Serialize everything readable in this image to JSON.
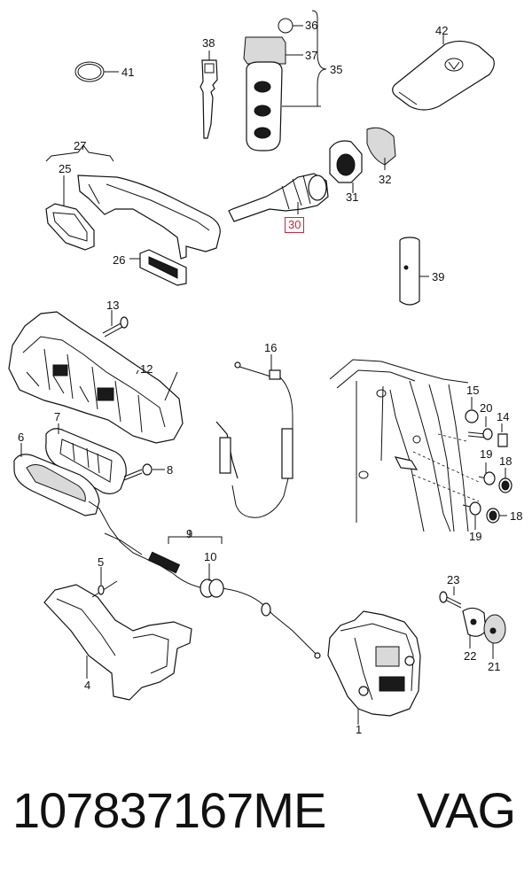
{
  "diagram": {
    "labels": [
      {
        "id": "1",
        "text": "1",
        "highlighted": false
      },
      {
        "id": "4",
        "text": "4",
        "highlighted": false
      },
      {
        "id": "5",
        "text": "5",
        "highlighted": false
      },
      {
        "id": "6",
        "text": "6",
        "highlighted": false
      },
      {
        "id": "7",
        "text": "7",
        "highlighted": false
      },
      {
        "id": "8",
        "text": "8",
        "highlighted": false
      },
      {
        "id": "9",
        "text": "9",
        "highlighted": false
      },
      {
        "id": "10",
        "text": "10",
        "highlighted": false
      },
      {
        "id": "12",
        "text": "12",
        "highlighted": false
      },
      {
        "id": "13",
        "text": "13",
        "highlighted": false
      },
      {
        "id": "14",
        "text": "14",
        "highlighted": false
      },
      {
        "id": "15",
        "text": "15",
        "highlighted": false
      },
      {
        "id": "16",
        "text": "16",
        "highlighted": false
      },
      {
        "id": "18a",
        "text": "18",
        "highlighted": false
      },
      {
        "id": "18b",
        "text": "18",
        "highlighted": false
      },
      {
        "id": "19a",
        "text": "19",
        "highlighted": false
      },
      {
        "id": "19b",
        "text": "19",
        "highlighted": false
      },
      {
        "id": "20",
        "text": "20",
        "highlighted": false
      },
      {
        "id": "21",
        "text": "21",
        "highlighted": false
      },
      {
        "id": "22",
        "text": "22",
        "highlighted": false
      },
      {
        "id": "23",
        "text": "23",
        "highlighted": false
      },
      {
        "id": "25",
        "text": "25",
        "highlighted": false
      },
      {
        "id": "26",
        "text": "26",
        "highlighted": false
      },
      {
        "id": "27",
        "text": "27",
        "highlighted": false
      },
      {
        "id": "30",
        "text": "30",
        "highlighted": true
      },
      {
        "id": "31",
        "text": "31",
        "highlighted": false
      },
      {
        "id": "32",
        "text": "32",
        "highlighted": false
      },
      {
        "id": "35",
        "text": "35",
        "highlighted": false
      },
      {
        "id": "36",
        "text": "36",
        "highlighted": false
      },
      {
        "id": "37",
        "text": "37",
        "highlighted": false
      },
      {
        "id": "38",
        "text": "38",
        "highlighted": false
      },
      {
        "id": "39",
        "text": "39",
        "highlighted": false
      },
      {
        "id": "41",
        "text": "41",
        "highlighted": false
      },
      {
        "id": "42",
        "text": "42",
        "highlighted": false
      }
    ],
    "highlight_color": "#d0233c"
  },
  "footer": {
    "part_number": "107837167ME",
    "brand": "VAG"
  }
}
